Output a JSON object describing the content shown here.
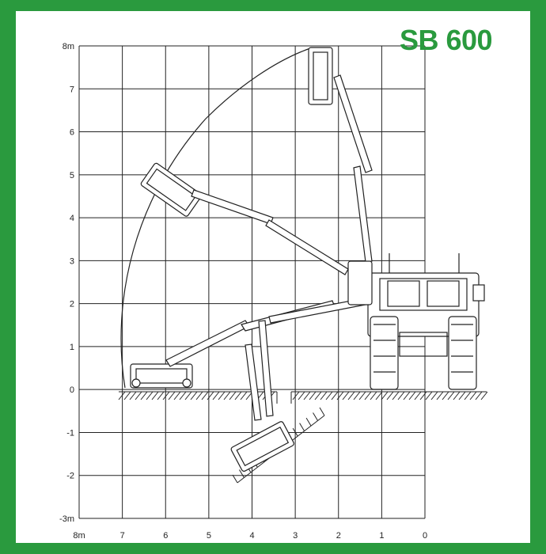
{
  "title": "SB 600",
  "colors": {
    "frame": "#2a9a3e",
    "panel": "#ffffff",
    "lines": "#222222"
  },
  "y_axis": {
    "labels": [
      "8m",
      "7",
      "6",
      "5",
      "4",
      "3",
      "2",
      "1",
      "0",
      "-1",
      "-2",
      "-3m"
    ]
  },
  "x_axis": {
    "labels": [
      "8m",
      "7",
      "6",
      "5",
      "4",
      "3",
      "2",
      "1",
      "0"
    ]
  },
  "figure": {
    "description_icons": [
      "reach-envelope-arc",
      "mower-head",
      "boom-arm",
      "tractor-rear-view",
      "ground-hatching"
    ]
  }
}
